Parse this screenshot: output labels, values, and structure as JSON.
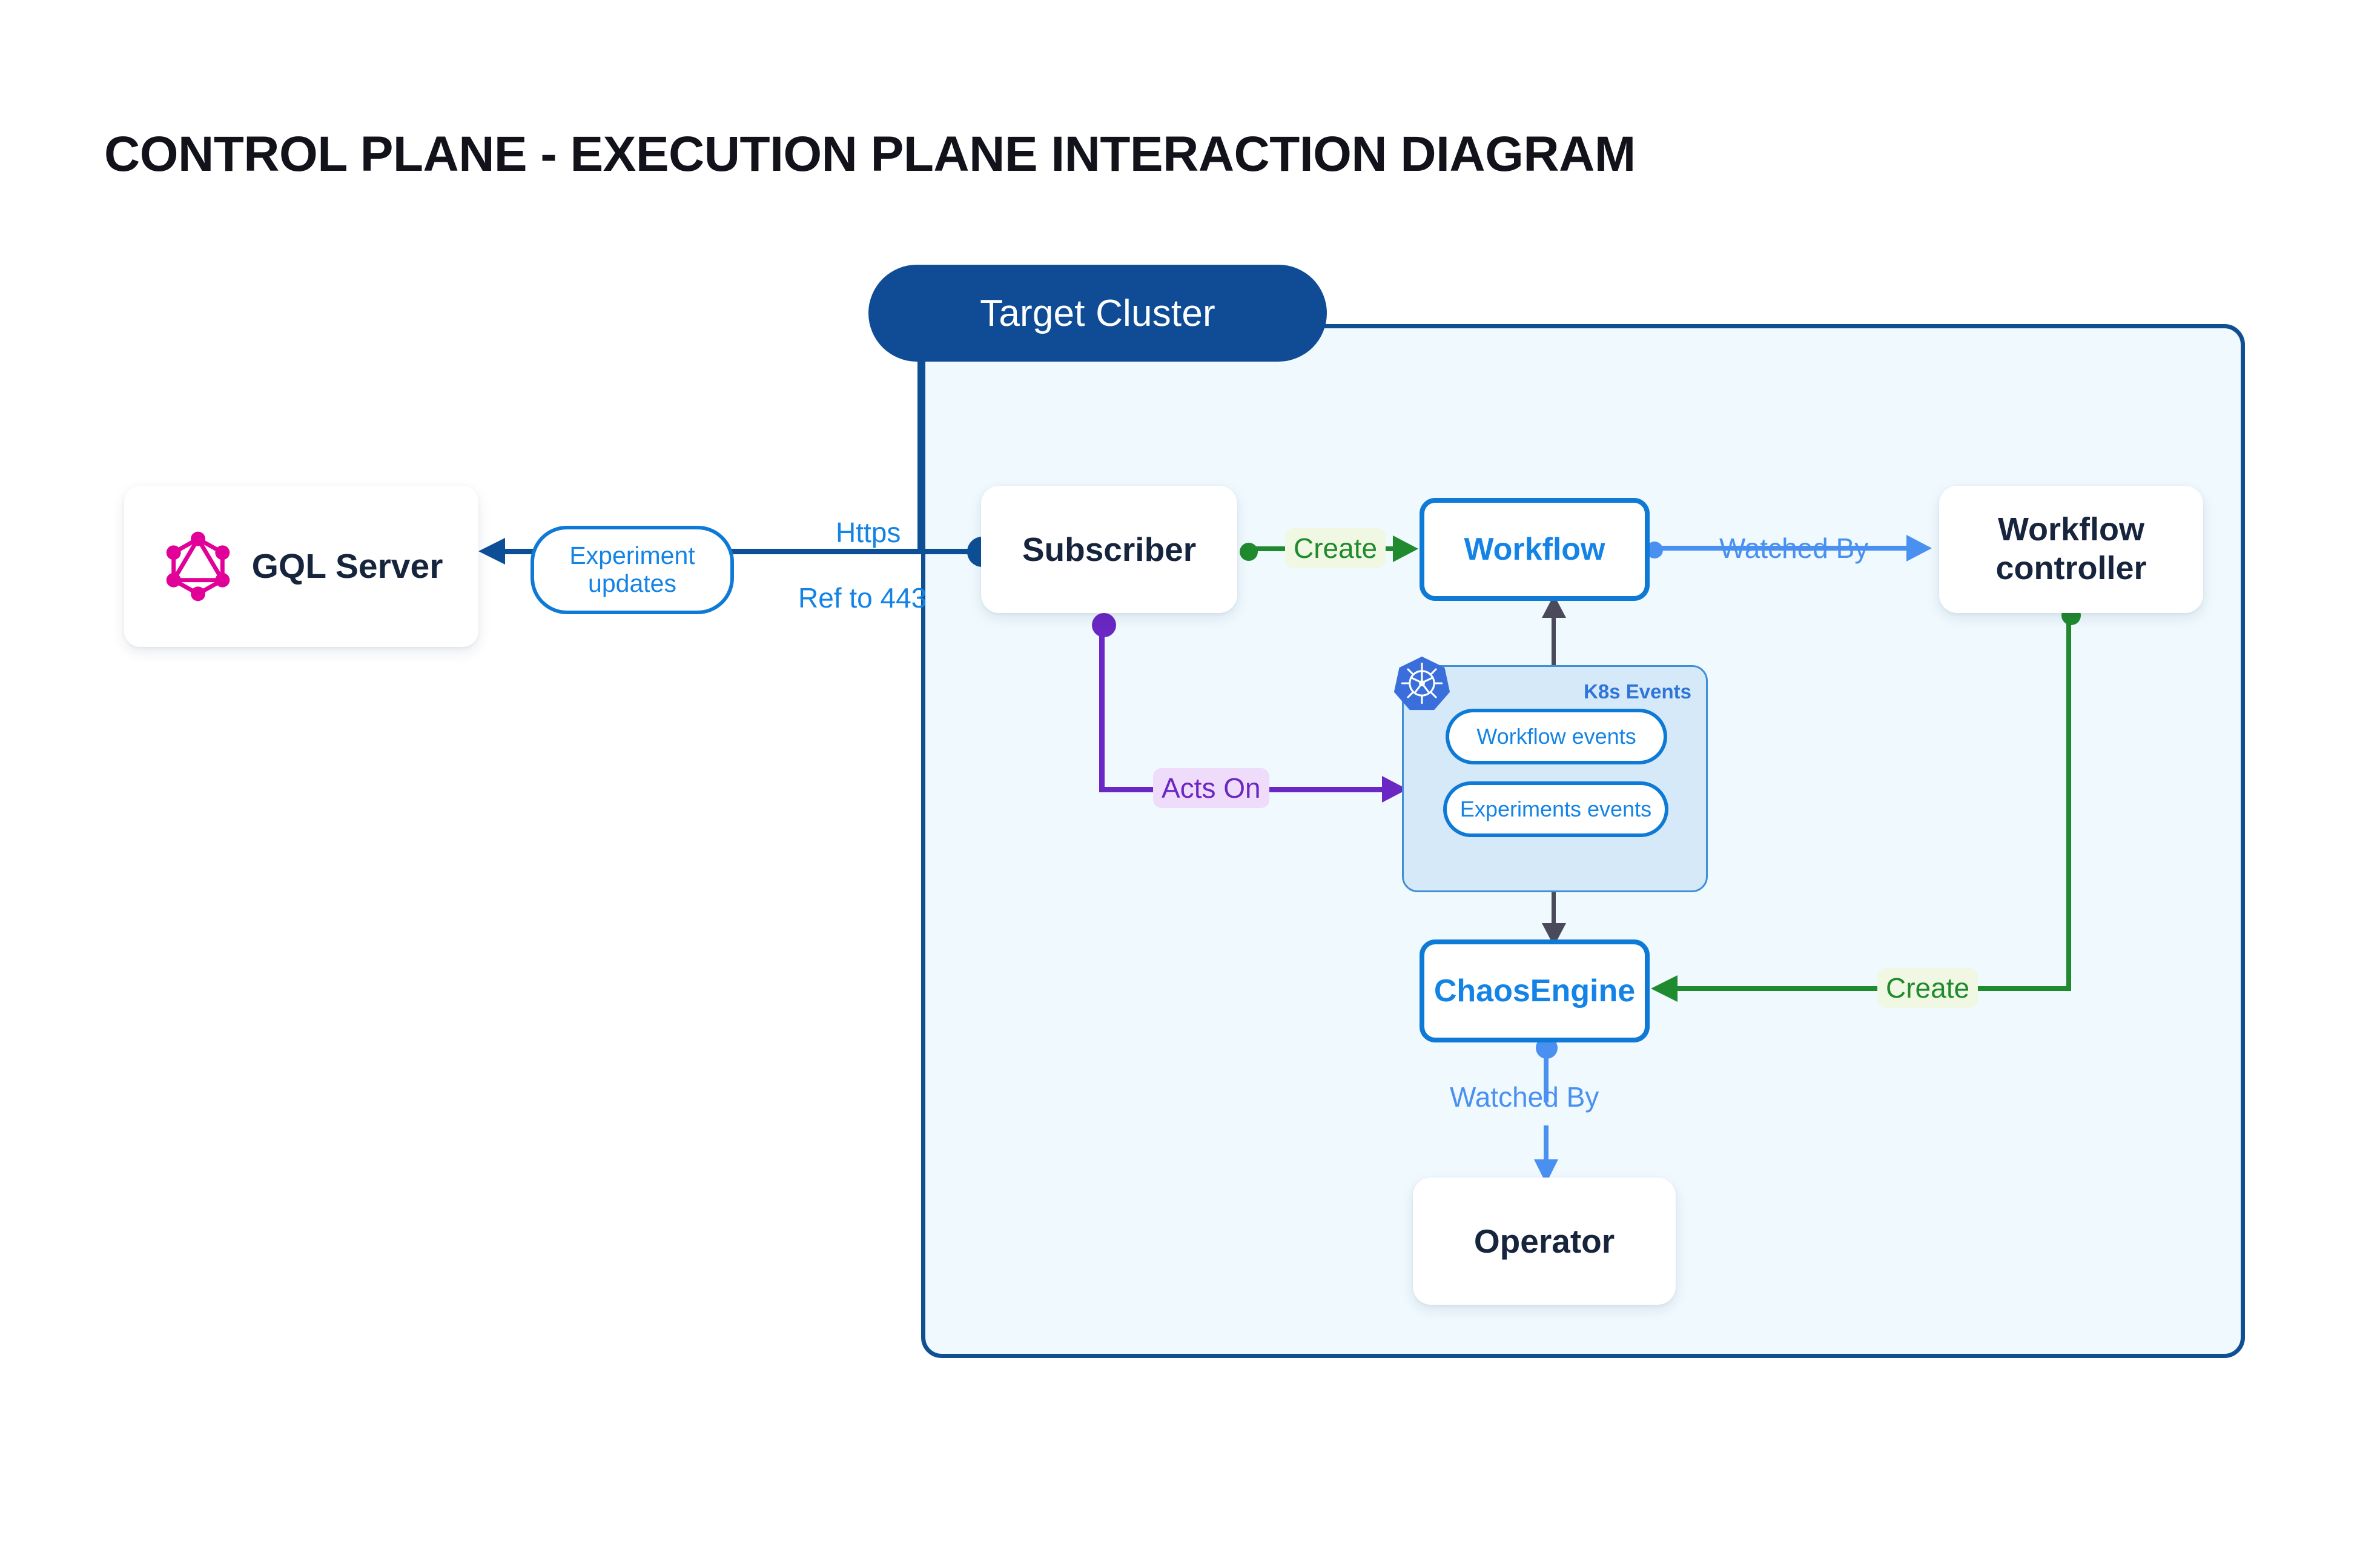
{
  "page": {
    "title": "CONTROL PLANE - EXECUTION PLANE INTERACTION DIAGRAM"
  },
  "cluster": {
    "header_label": "Target Cluster"
  },
  "nodes": {
    "gql_server": {
      "label": "GQL Server",
      "icon": "graphql-logo"
    },
    "subscriber": {
      "label": "Subscriber"
    },
    "workflow": {
      "label": "Workflow"
    },
    "workflow_controller": {
      "label": "Workflow controller"
    },
    "chaosengine": {
      "label": "ChaosEngine"
    },
    "operator": {
      "label": "Operator"
    }
  },
  "k8s_panel": {
    "title": "K8s Events",
    "icon": "kubernetes-logo",
    "pills": [
      {
        "label": "Workflow events"
      },
      {
        "label": "Experiments events"
      }
    ]
  },
  "edges": {
    "experiment_updates": {
      "label": "Experiment\nupdates"
    },
    "experiment_updates_line1": "Experiment",
    "experiment_updates_line2": "updates",
    "https": {
      "label": "Https"
    },
    "ref_to_443": {
      "label": "Ref to 443"
    },
    "create_workflow": {
      "label": "Create"
    },
    "watched_by_controller": {
      "label": "Watched By"
    },
    "acts_on": {
      "label": "Acts On"
    },
    "create_chaosengine": {
      "label": "Create"
    },
    "watched_by_operator": {
      "label": "Watched By"
    }
  },
  "colors": {
    "cluster_border": "#114f93",
    "cluster_fill": "#eff9fe",
    "cluster_header": "#0f4c95",
    "accent_blue": "#1383e6",
    "light_blue": "#4a90f0",
    "dark_blue": "#0d4f96",
    "green": "#1f8a2e",
    "green_label_bg": "#f0f7e2",
    "purple": "#6b27c4",
    "purple_label_bg": "#eedcfa",
    "gray_arrow": "#4a4a5a",
    "graphql_pink": "#e10098",
    "k8s_blue": "#3a6fdb",
    "text_dark": "#16253d",
    "k8s_panel_fill": "#d6e9f9"
  }
}
